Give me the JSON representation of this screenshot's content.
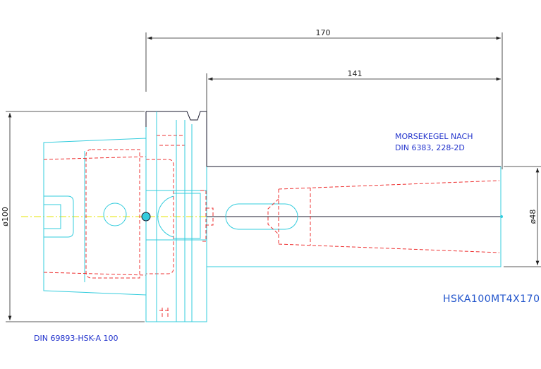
{
  "dimensions": {
    "overall_length": "170",
    "shank_length": "141",
    "flange_diameter": "ø100",
    "shank_diameter": "ø48"
  },
  "notes": {
    "taper_line1": "MORSEKEGEL NACH",
    "taper_line2": "DIN 6383, 228-2D",
    "interface_standard": "DIN 69893-HSK-A 100",
    "part_code": "HSKA100MT4X170"
  },
  "colors": {
    "outline": "#33ccdd",
    "solid_edge": "#1a1a2e",
    "hidden_lines": "#ee3333",
    "center_lines": "#e6e600",
    "notes_text": "#2233cc"
  }
}
